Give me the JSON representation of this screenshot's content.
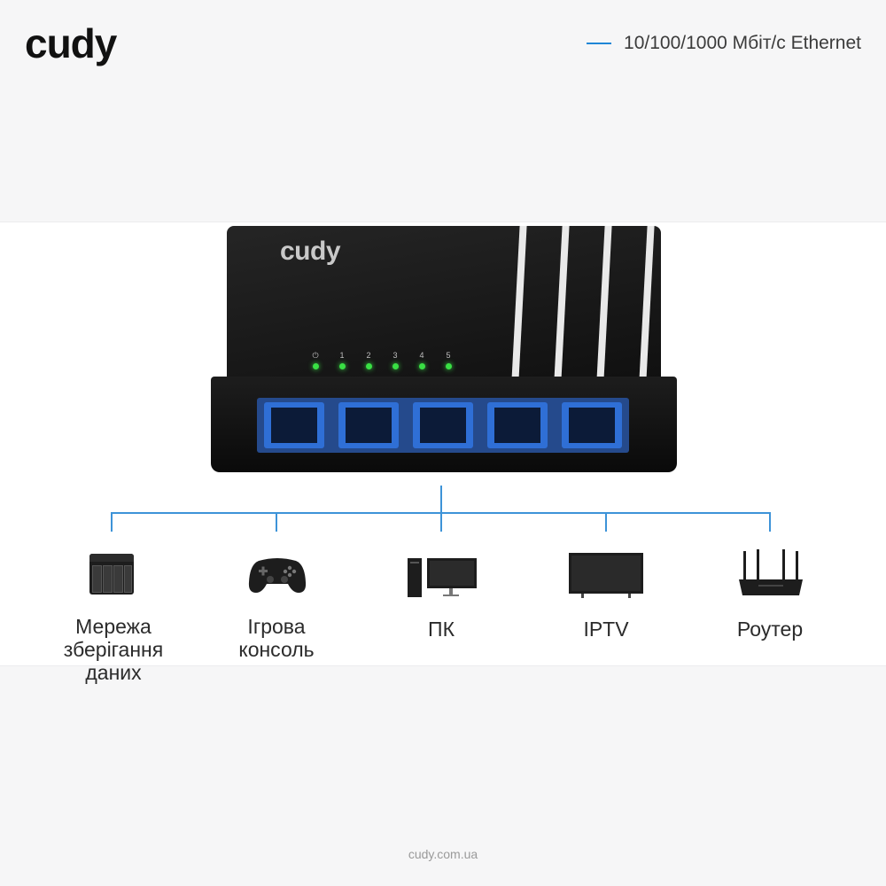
{
  "header": {
    "logo_text": "cudy",
    "tagline": "10/100/1000 Мбіт/с Ethernet"
  },
  "device": {
    "brand": "cudy",
    "leds": [
      "⏻",
      "1",
      "2",
      "3",
      "4",
      "5"
    ],
    "port_count": 5
  },
  "devices": [
    {
      "label": "Мережа\nзберігання\nданих",
      "icon": "nas-icon"
    },
    {
      "label": "Ігрова\nконсоль",
      "icon": "gamepad-icon"
    },
    {
      "label": "ПК",
      "icon": "desktop-pc-icon"
    },
    {
      "label": "IPTV",
      "icon": "tv-icon"
    },
    {
      "label": "Роутер",
      "icon": "router-icon"
    }
  ],
  "footer": {
    "url": "cudy.com.ua"
  },
  "colors": {
    "accent": "#1f86d6",
    "led": "#39e044",
    "port": "#2f6fd6"
  }
}
